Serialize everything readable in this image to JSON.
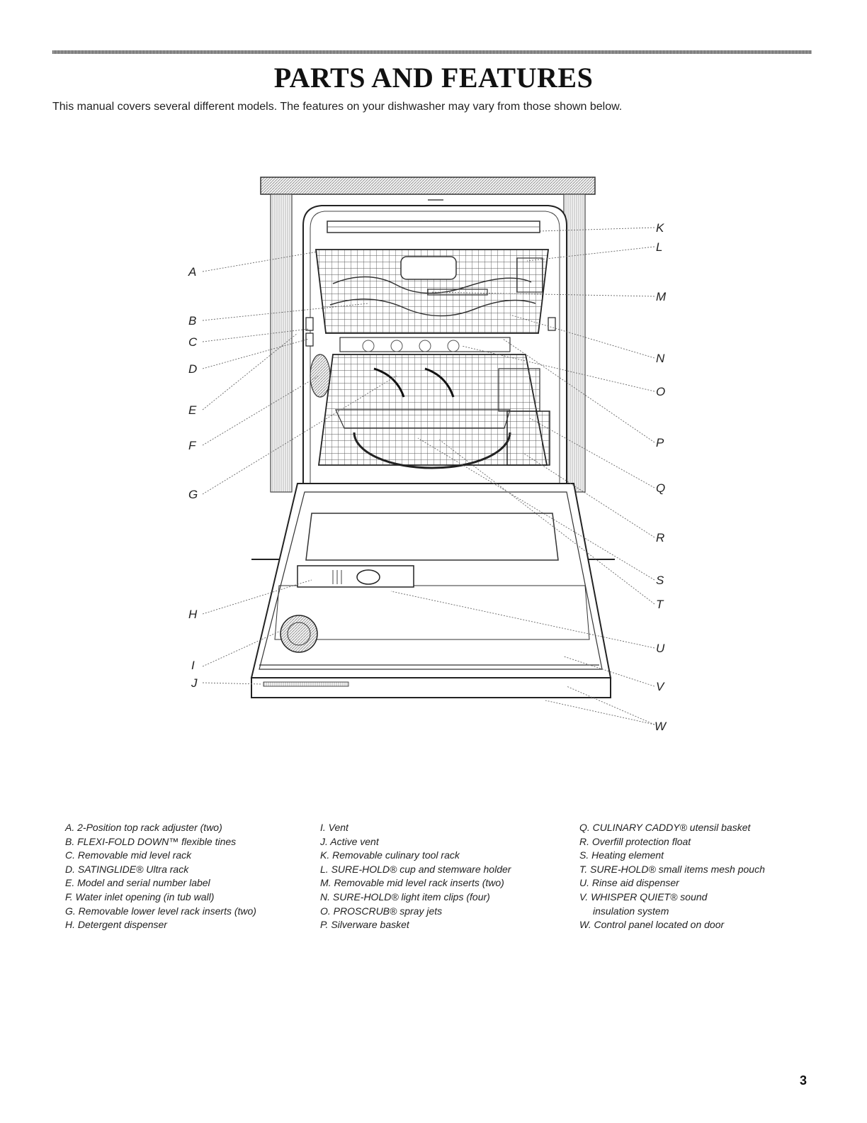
{
  "page": {
    "title": "PARTS AND FEATURES",
    "intro": "This manual covers several different models. The features on your dishwasher may vary from those shown below.",
    "page_number": "3"
  },
  "callouts": [
    "A",
    "B",
    "C",
    "D",
    "E",
    "F",
    "G",
    "H",
    "I",
    "J",
    "K",
    "L",
    "M",
    "N",
    "O",
    "P",
    "Q",
    "R",
    "S",
    "T",
    "U",
    "V",
    "W"
  ],
  "legend": {
    "col1": [
      "A. 2-Position top rack adjuster (two)",
      "B. FLEXI-FOLD DOWN™ flexible tines",
      "C. Removable mid level rack",
      "D. SATINGLIDE® Ultra rack",
      "E. Model and serial number label",
      "F. Water inlet opening (in tub wall)",
      "G. Removable lower level rack inserts (two)",
      "H. Detergent dispenser"
    ],
    "col2": [
      "I. Vent",
      "J. Active vent",
      "K. Removable culinary tool rack",
      "L. SURE-HOLD® cup and stemware holder",
      "M. Removable mid level rack inserts (two)",
      "N. SURE-HOLD® light item clips (four)",
      "O. PROSCRUB® spray jets",
      "P. Silverware basket"
    ],
    "col3": [
      "Q. CULINARY CADDY® utensil basket",
      "R. Overfill protection float",
      "S. Heating element",
      "T. SURE-HOLD® small items mesh pouch",
      "U. Rinse aid dispenser",
      "V. WHISPER QUIET® sound",
      "insulation system",
      "W. Control panel located on door"
    ]
  }
}
